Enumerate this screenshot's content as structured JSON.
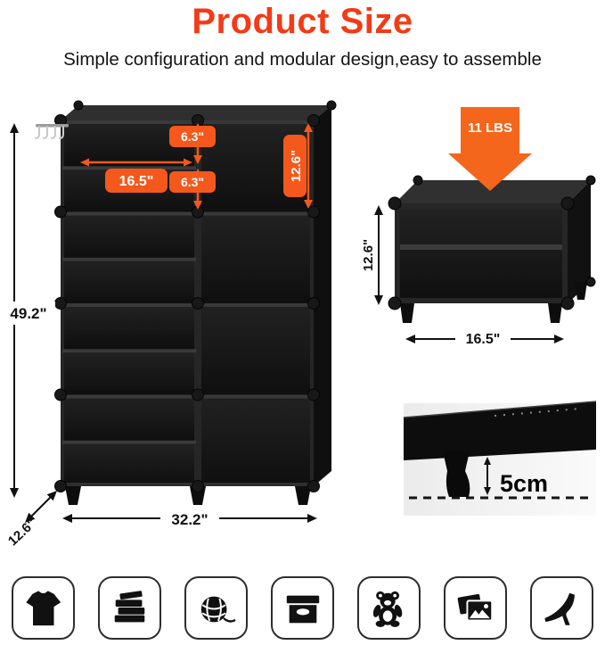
{
  "header": {
    "title": "Product Size",
    "subtitle": "Simple configuration and modular design,easy to assemble"
  },
  "colors": {
    "accent_orange": "#f4581c",
    "title_red_orange": "#f23b17",
    "shelf_black": "#1a1a1a"
  },
  "main_shelf": {
    "column_width": "16.5\"",
    "small_cube_height_top": "6.3\"",
    "small_cube_height_bottom": "6.3\"",
    "large_cube_height": "12.6\"",
    "total_height": "49.2\"",
    "total_width": "32.2\"",
    "depth": "12.6\""
  },
  "single_cube": {
    "weight": "11 LBS",
    "height": "12.6\"",
    "width": "16.5\""
  },
  "foot_detail": {
    "foot_height": "5cm"
  },
  "suitable_items_icons": [
    "tshirt-icon",
    "books-stack-icon",
    "yarn-ball-icon",
    "storage-box-icon",
    "teddy-bear-icon",
    "photos-icon",
    "high-heel-icon"
  ]
}
